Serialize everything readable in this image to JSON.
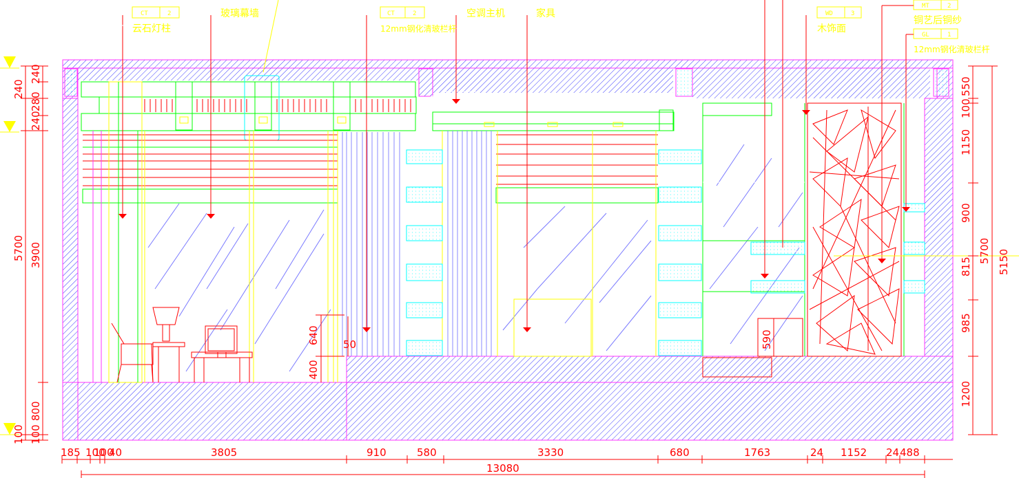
{
  "callouts": [
    {
      "code": "CT",
      "num": "2",
      "text": "云石灯柱"
    },
    {
      "code": "",
      "num": "",
      "text": "玻璃幕墙"
    },
    {
      "code": "CT",
      "num": "2",
      "text": "12mm钢化清玻栏杆"
    },
    {
      "code": "",
      "num": "",
      "text": "空调主机"
    },
    {
      "code": "",
      "num": "",
      "text": "家具"
    },
    {
      "code": "WD",
      "num": "3",
      "text": "木饰面"
    },
    {
      "code": "MT",
      "num": "2",
      "text": "铜艺后铜纱"
    },
    {
      "code": "GL",
      "num": "1",
      "text": "12mm钢化清玻栏杆"
    }
  ],
  "dims_bottom": [
    "185",
    "100",
    "100",
    "40",
    "3805",
    "910",
    "580",
    "3330",
    "680",
    "1763",
    "24",
    "1152",
    "24",
    "488"
  ],
  "dim_total": "13080",
  "dims_left_outer": [
    "240",
    "5700",
    "100"
  ],
  "dims_left_inner": [
    "240",
    "280",
    "240",
    "3900",
    "800",
    "100"
  ],
  "dims_right_inner": [
    "550",
    "100",
    "1150",
    "900",
    "815",
    "985",
    "1200"
  ],
  "dims_right_outer": [
    "5700",
    "5150"
  ],
  "dims_local": [
    "640",
    "400",
    "50",
    "590"
  ],
  "colors": {
    "hatch": "#3a3aff",
    "frame": "#ff33ff",
    "structure": "#00ff00",
    "glass": "#ffff00",
    "annot": "#ff0000",
    "accent": "#00ffff"
  }
}
